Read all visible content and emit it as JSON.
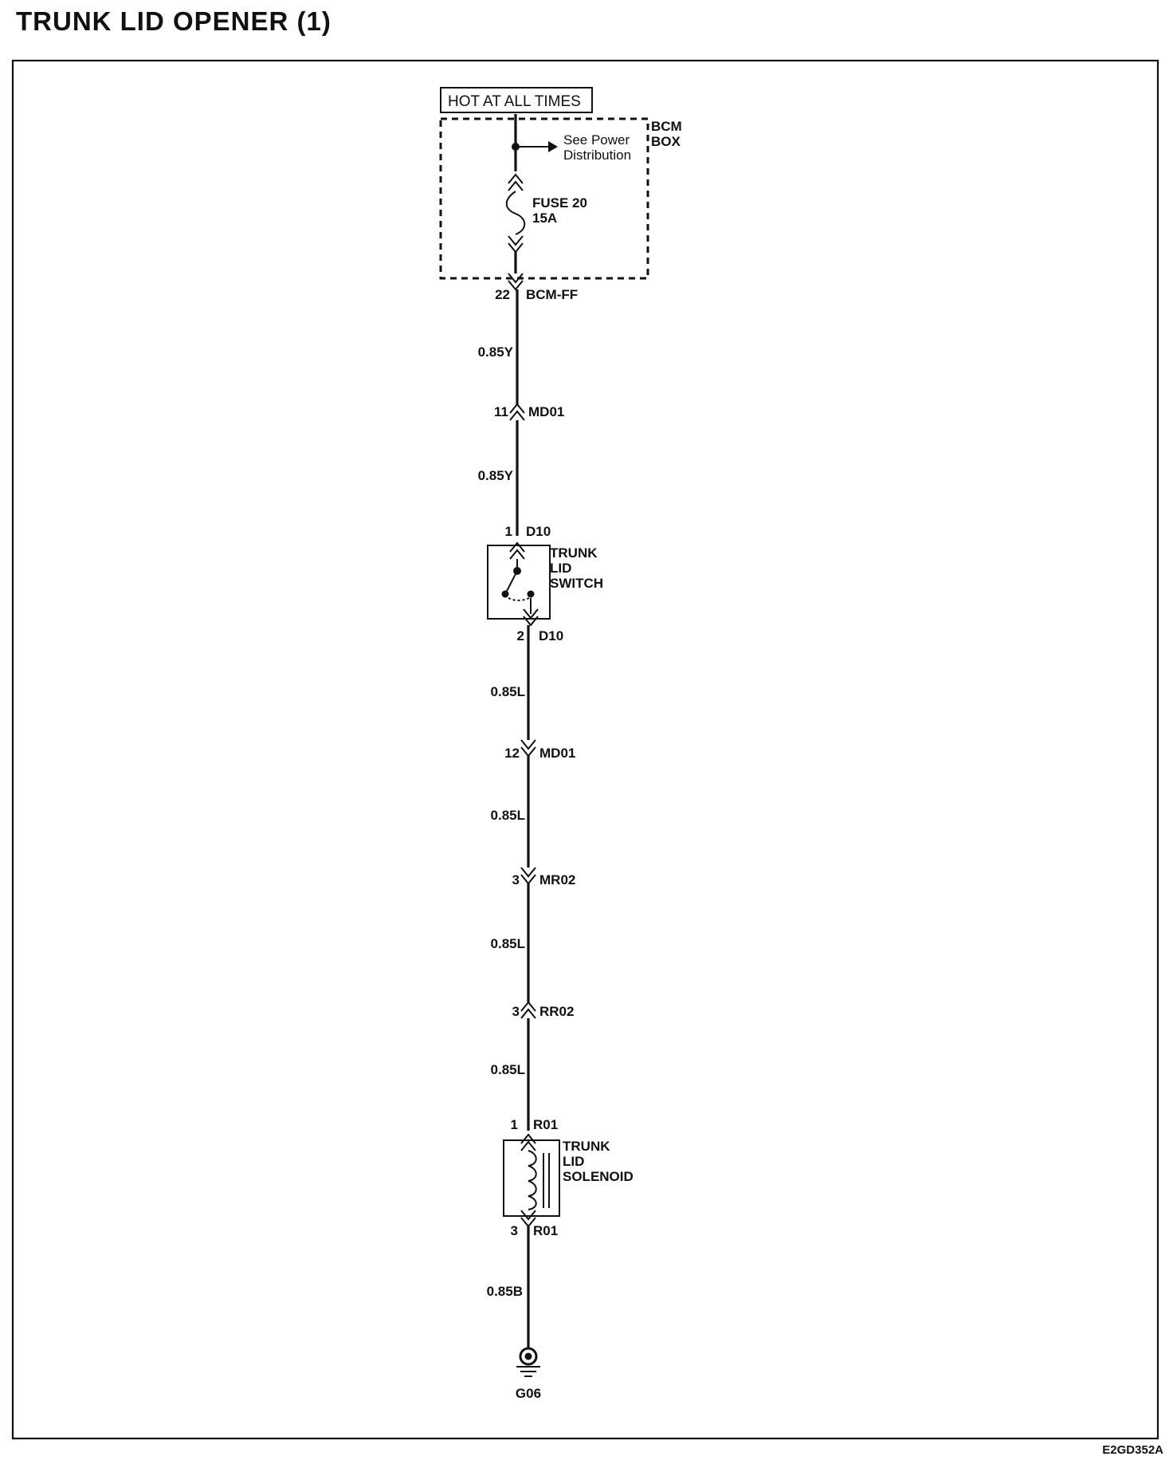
{
  "title": "TRUNK LID OPENER (1)",
  "doc_code": "E2GD352A",
  "power": {
    "hot_label": "HOT AT ALL TIMES",
    "box_label_1": "BCM",
    "box_label_2": "BOX",
    "see_power_1": "See Power",
    "see_power_2": "Distribution",
    "fuse_name": "FUSE 20",
    "fuse_rating": "15A"
  },
  "connectors": [
    {
      "pin": "22",
      "name": "BCM-FF"
    },
    {
      "pin": "11",
      "name": "MD01"
    },
    {
      "pin": "1",
      "name": "D10"
    },
    {
      "pin": "2",
      "name": "D10"
    },
    {
      "pin": "12",
      "name": "MD01"
    },
    {
      "pin": "3",
      "name": "MR02"
    },
    {
      "pin": "3",
      "name": "RR02"
    },
    {
      "pin": "1",
      "name": "R01"
    },
    {
      "pin": "3",
      "name": "R01"
    }
  ],
  "wires": [
    "0.85Y",
    "0.85Y",
    "0.85L",
    "0.85L",
    "0.85L",
    "0.85L",
    "0.85B"
  ],
  "components": {
    "switch_1": "TRUNK",
    "switch_2": "LID",
    "switch_3": "SWITCH",
    "solenoid_1": "TRUNK",
    "solenoid_2": "LID",
    "solenoid_3": "SOLENOID"
  },
  "ground": "G06"
}
